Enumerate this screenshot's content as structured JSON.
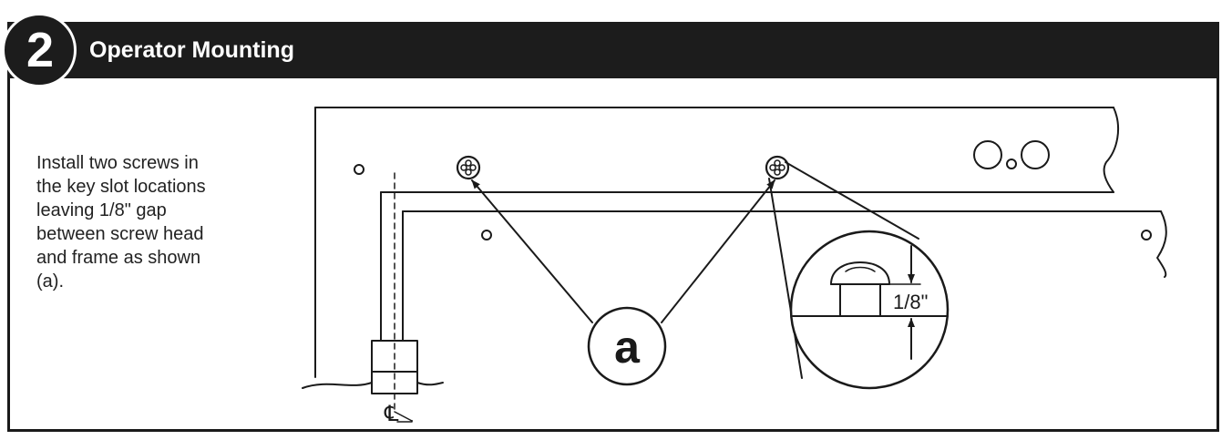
{
  "step": {
    "number": "2",
    "title": "Operator Mounting"
  },
  "instructions": {
    "lines": [
      "Install two screws in",
      "the key slot locations",
      "leaving 1/8\" gap",
      "between screw head",
      "and frame as shown",
      "(a)."
    ]
  },
  "diagram": {
    "callout_label": "a",
    "gap_dimension": "1/8\"",
    "centerline_symbol": "℄"
  },
  "colors": {
    "header_background": "#1c1c1c",
    "header_text": "#ffffff",
    "line_art": "#1a1a1a",
    "body_text": "#222222"
  }
}
